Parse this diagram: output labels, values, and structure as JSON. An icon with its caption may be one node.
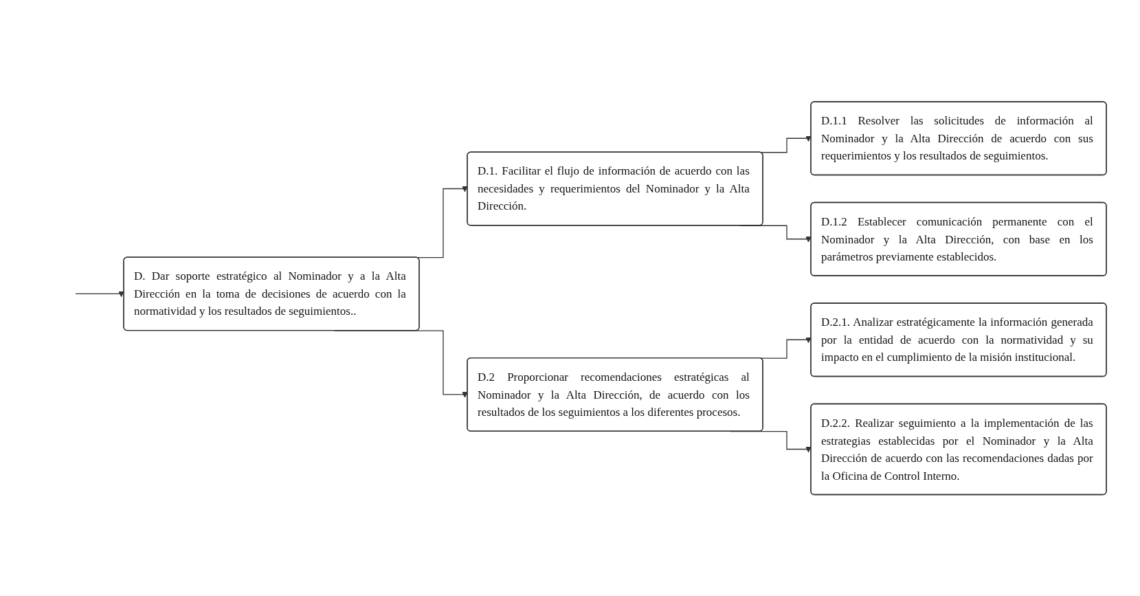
{
  "diagram": {
    "nodes": [
      {
        "text": [
          "D. Dar soporte estratégico al Nominador y a la Alta Dirección en la toma de decisiones de acuerdo con la normatividad y los resultados de seguimientos.."
        ]
      },
      {
        "text": [
          "D.1. Facilitar el flujo de información de acuerdo con las necesidades y requerimientos del Nominador y la Alta Dirección."
        ]
      },
      {
        "text": [
          "D.1.1 Resolver las solicitudes de información al Nominador y la Alta Dirección de acuerdo con sus requerimientos y los resultados de seguimientos."
        ]
      },
      {
        "text": [
          "D.1.2 Establecer comunicación permanente con el Nominador y la Alta Dirección, con base en los parámetros previamente establecidos."
        ]
      },
      {
        "text": [
          "D.2 Proporcionar recomendaciones estratégicas al Nominador y la Alta Dirección, de acuerdo con los resultados de los seguimientos a los diferentes procesos."
        ]
      },
      {
        "text": [
          "D.2.1. Analizar estratégicamente la información generada por la entidad de acuerdo con la normatividad y su impacto en el cumplimiento de la misión institucional."
        ]
      },
      {
        "text": [
          "D.2.2. Realizar seguimiento a la implementación de las estrategias establecidas por el Nominador y la Alta Dirección de acuerdo con las recomendaciones dadas por la Oficina de Control Interno."
        ]
      }
    ],
    "edges": [
      {
        "from": null,
        "to": 0,
        "arrow": "to"
      },
      {
        "from": 0,
        "to": 1,
        "arrow": "to"
      },
      {
        "from": 0,
        "to": 4,
        "arrow": "to"
      },
      {
        "from": 1,
        "to": 2,
        "arrow": "to"
      },
      {
        "from": 1,
        "to": 3,
        "arrow": "to"
      },
      {
        "from": 4,
        "to": 5,
        "arrow": "to"
      },
      {
        "from": 4,
        "to": 6,
        "arrow": "to"
      }
    ]
  }
}
